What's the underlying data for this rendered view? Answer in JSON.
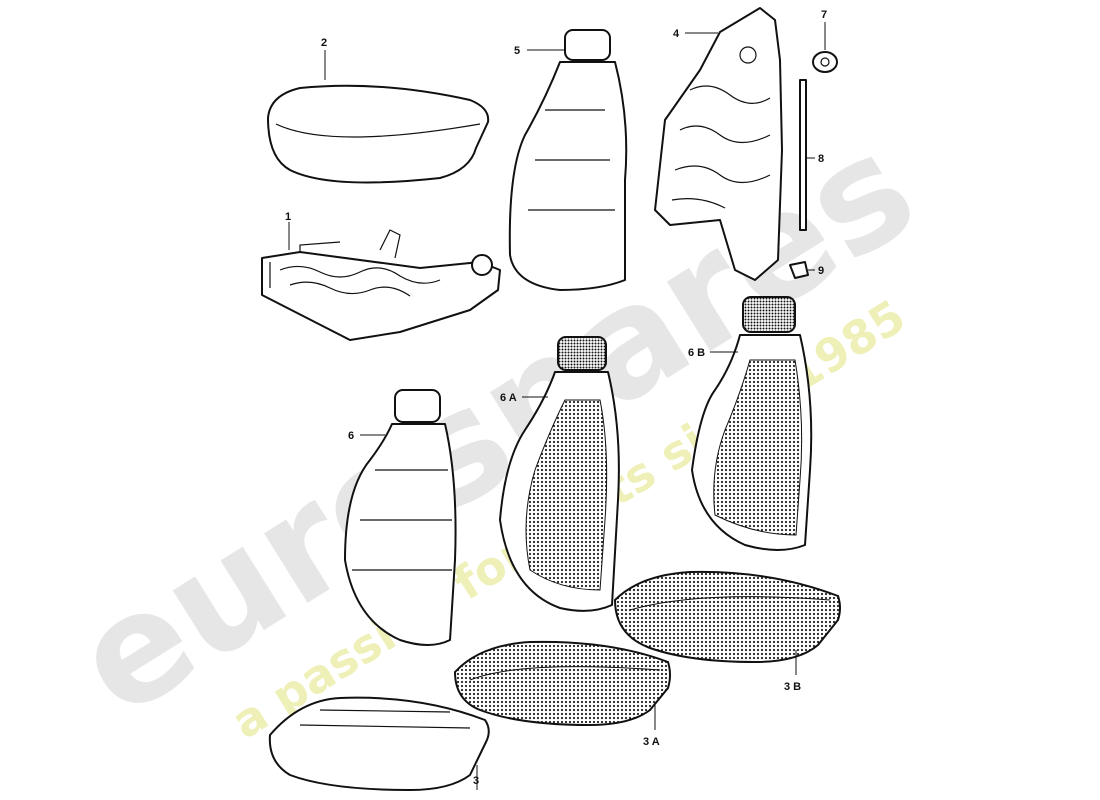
{
  "watermark": {
    "brand": "eurospares",
    "tagline": "a passion for parts since 1985",
    "brand_color": "#d9d9d9",
    "tagline_color": "#eef0a0"
  },
  "callouts": [
    {
      "id": "1",
      "text": "1"
    },
    {
      "id": "2",
      "text": "2"
    },
    {
      "id": "3",
      "text": "3"
    },
    {
      "id": "3A",
      "text": "3 A"
    },
    {
      "id": "3B",
      "text": "3 B"
    },
    {
      "id": "4",
      "text": "4"
    },
    {
      "id": "5",
      "text": "5"
    },
    {
      "id": "6",
      "text": "6"
    },
    {
      "id": "6A",
      "text": "6 A"
    },
    {
      "id": "6B",
      "text": "6 B"
    },
    {
      "id": "7",
      "text": "7"
    },
    {
      "id": "8",
      "text": "8"
    },
    {
      "id": "9",
      "text": "9"
    }
  ]
}
